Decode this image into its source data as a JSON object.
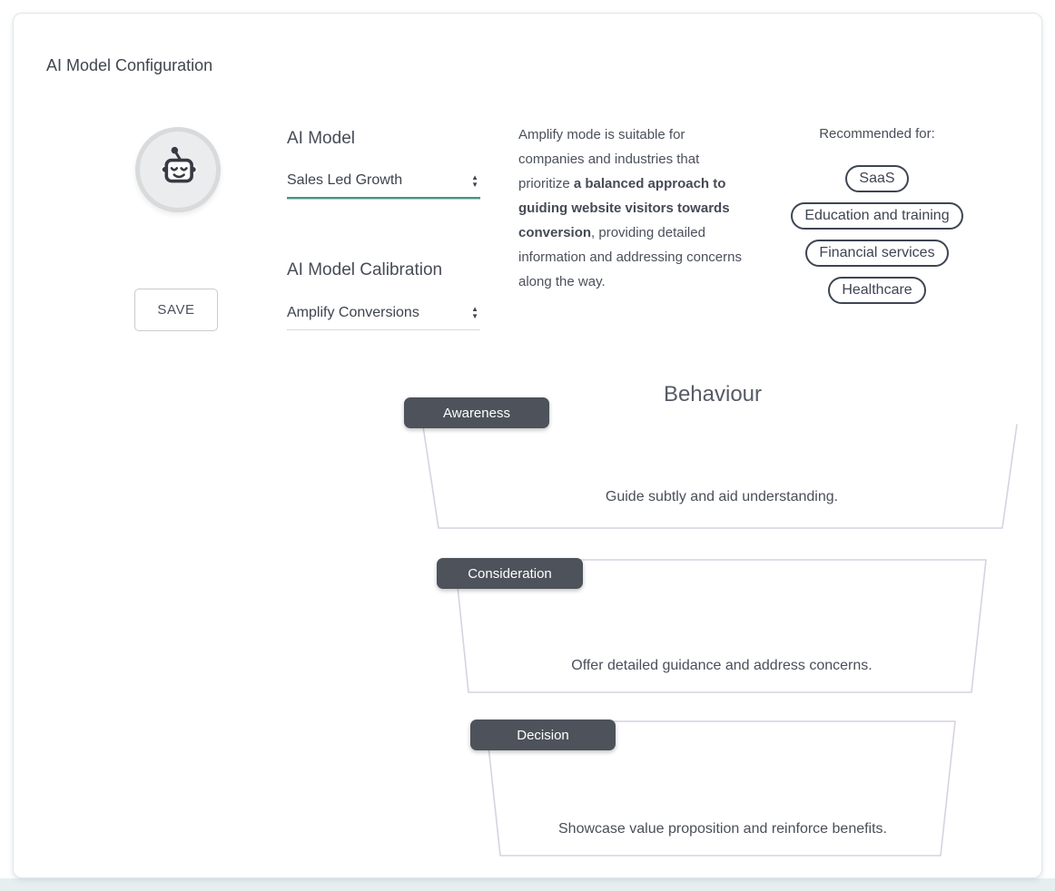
{
  "page": {
    "title": "AI Model Configuration"
  },
  "config": {
    "model": {
      "label": "AI Model",
      "value": "Sales Led Growth"
    },
    "calibration": {
      "label": "AI Model Calibration",
      "value": "Amplify Conversions"
    },
    "save_label": "SAVE",
    "description": {
      "pre": "Amplify mode is suitable for companies and industries that prioritize ",
      "bold": "a balanced approach to guiding website visitors towards conversion",
      "post": ", providing detailed information and addressing concerns along the way."
    },
    "recommended": {
      "label": "Recommended for:",
      "tags": [
        "SaaS",
        "Education and training",
        "Financial services",
        "Healthcare"
      ]
    }
  },
  "behaviour": {
    "title": "Behaviour",
    "stages": [
      {
        "label": "Awareness",
        "description": "Guide subtly and aid understanding."
      },
      {
        "label": "Consideration",
        "description": "Offer detailed guidance and address concerns."
      },
      {
        "label": "Decision",
        "description": "Showcase value proposition and reinforce benefits."
      }
    ]
  },
  "icons": {
    "avatar": "robot-icon",
    "select_caret": "up-down-arrows-icon"
  },
  "colors": {
    "accent_teal_underline": "#47938a",
    "stage_badge_bg": "#4d525b",
    "funnel_outline": "#d9d1e0",
    "pill_border": "#3e4552",
    "text_primary": "#454a55",
    "page_bottom_strip": "#e7eef0"
  }
}
